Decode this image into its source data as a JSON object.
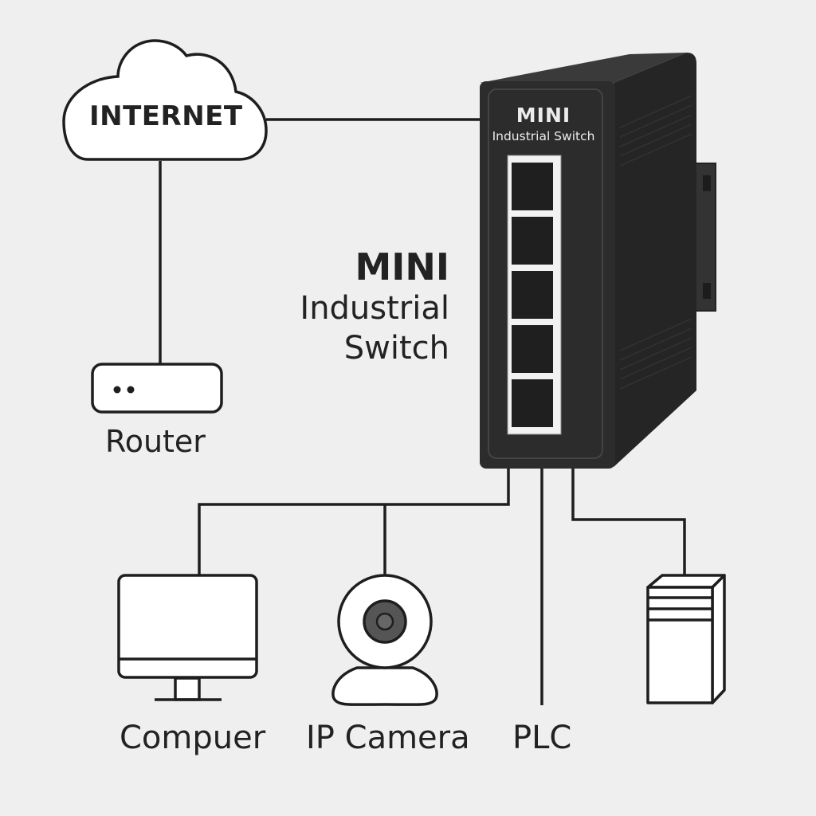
{
  "title": "MINI Industrial Switch network diagram",
  "colors": {
    "background": "#efefef",
    "line": "#1e1e1e",
    "icon_fill": "#ffffff",
    "switch_body": "#2b2b2b",
    "switch_side": "#232323",
    "switch_text": "#ececec"
  },
  "nodes": {
    "internet": {
      "label": "INTERNET",
      "icon": "cloud-icon"
    },
    "router": {
      "label": "Router",
      "icon": "router-icon"
    },
    "switch": {
      "face_title": "MINI",
      "face_subtitle": "Industrial Switch",
      "side_title": "MINI",
      "side_line1": "Industrial",
      "side_line2": "Switch",
      "port_count": 5,
      "icon": "network-switch-icon"
    },
    "computer": {
      "label": "Compuer",
      "icon": "monitor-icon"
    },
    "camera": {
      "label": "IP Camera",
      "icon": "webcam-icon"
    },
    "plc": {
      "label": "PLC",
      "icon": "cable-end-icon"
    },
    "server": {
      "label": "",
      "icon": "server-tower-icon"
    }
  },
  "connections": [
    {
      "from": "internet",
      "to": "switch"
    },
    {
      "from": "internet",
      "to": "router"
    },
    {
      "from": "switch",
      "to": "computer"
    },
    {
      "from": "switch",
      "to": "camera"
    },
    {
      "from": "switch",
      "to": "plc"
    },
    {
      "from": "switch",
      "to": "server"
    }
  ]
}
